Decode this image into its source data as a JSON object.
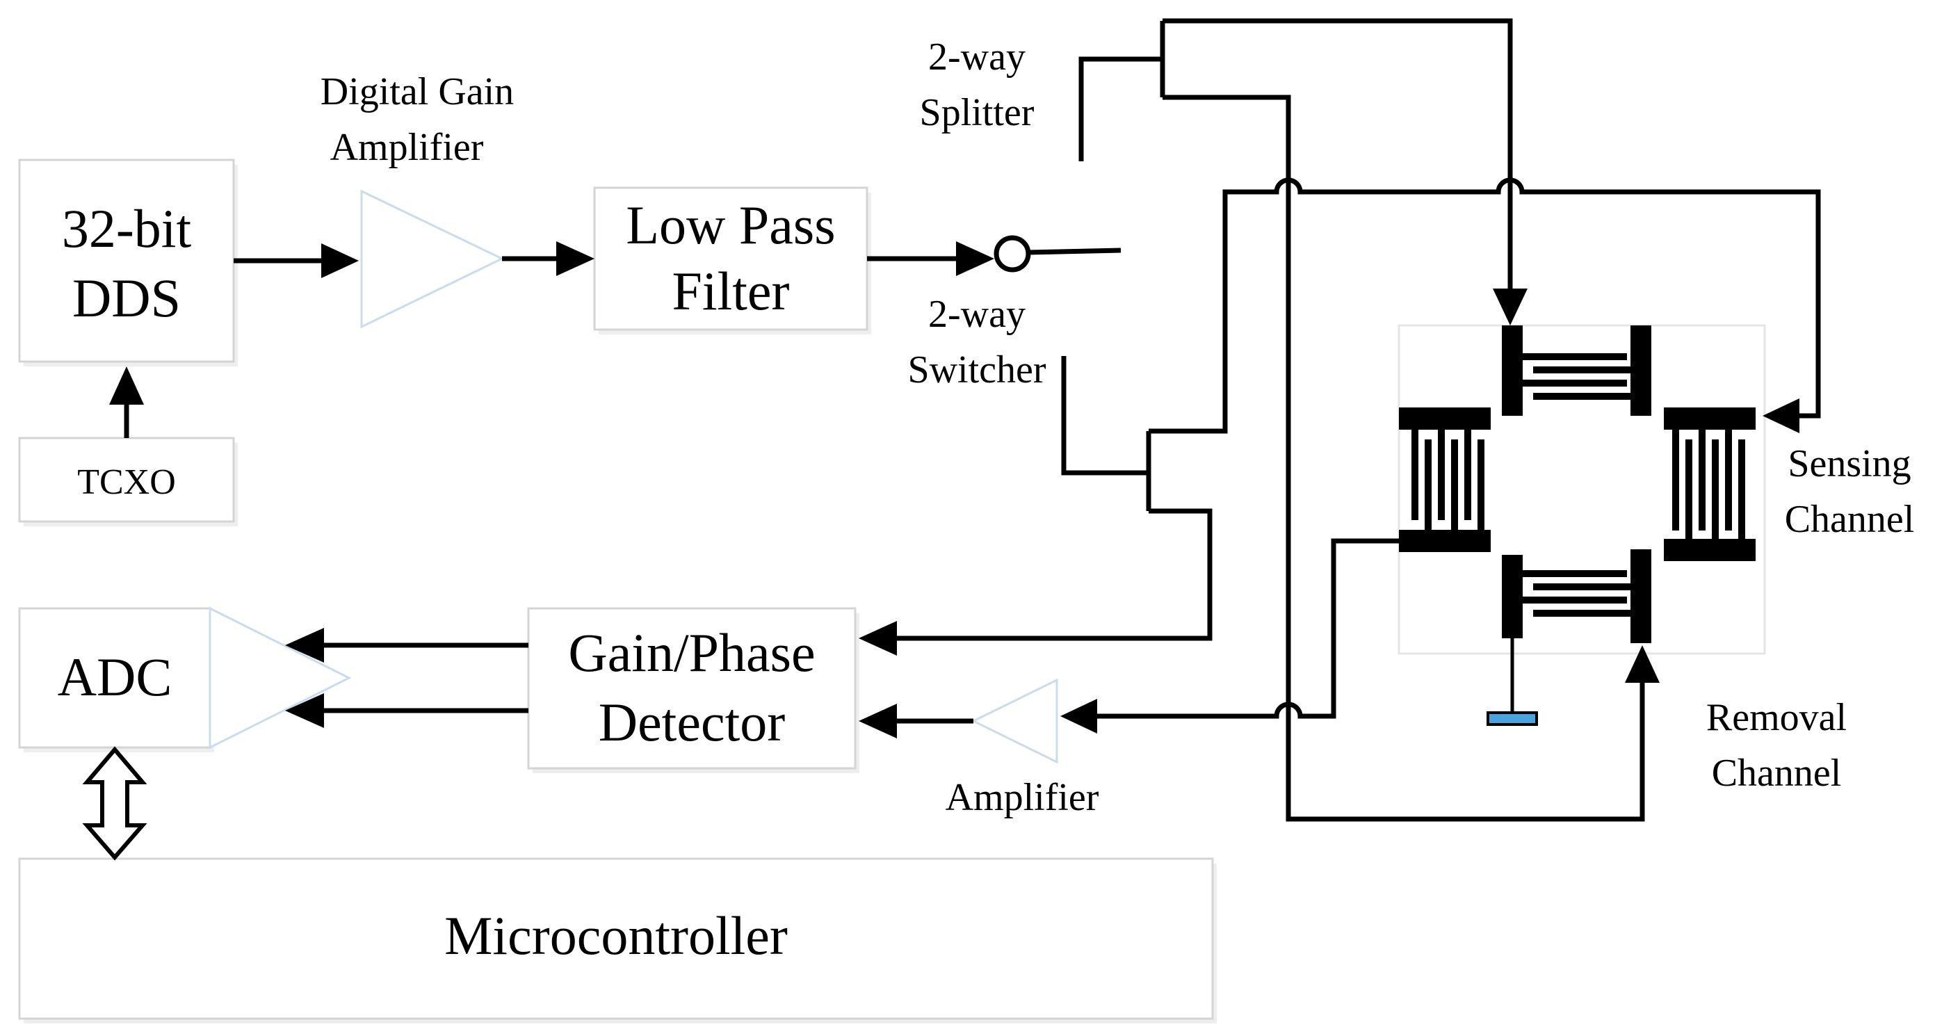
{
  "blocks": {
    "dds": [
      "32-bit",
      "DDS"
    ],
    "tcxo": "TCXO",
    "digital_gain_amplifier": [
      "Digital Gain",
      "Amplifier"
    ],
    "low_pass_filter": [
      "Low Pass",
      "Filter"
    ],
    "splitter": [
      "2-way",
      "Splitter"
    ],
    "switcher": [
      "2-way",
      "Switcher"
    ],
    "adc": "ADC",
    "gain_phase_detector": [
      "Gain/Phase",
      "Detector"
    ],
    "amplifier": "Amplifier",
    "microcontroller": "Microcontroller",
    "sensing_channel": [
      "Sensing",
      "Channel"
    ],
    "removal_channel": [
      "Removal",
      "Channel"
    ]
  },
  "colors": {
    "line": "#000000",
    "box_border": "#d4d4d4",
    "triangle_border": "#c9dcec",
    "ground": "#4aa3df"
  }
}
